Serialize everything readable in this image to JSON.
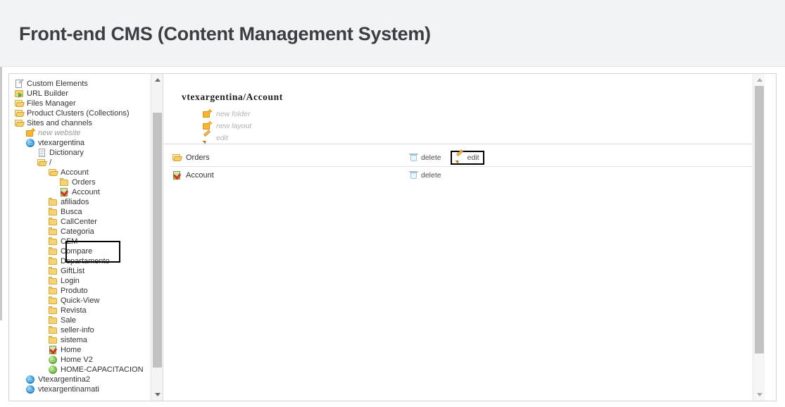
{
  "header": {
    "title": "Front-end CMS (Content Management System)"
  },
  "tree": {
    "nodes": [
      {
        "label": "Custom Elements",
        "icon": "page-edit-icon",
        "indent": 0,
        "muted": false
      },
      {
        "label": "URL Builder",
        "icon": "folder-go-icon",
        "indent": 0,
        "muted": false
      },
      {
        "label": "Files Manager",
        "icon": "folder-open-icon",
        "indent": 0,
        "muted": false
      },
      {
        "label": "Product Clusters (Collections)",
        "icon": "folder-open-icon",
        "indent": 0,
        "muted": false
      },
      {
        "label": "Sites and channels",
        "icon": "folder-open-icon",
        "indent": 0,
        "muted": false
      },
      {
        "label": "new website",
        "icon": "folder-add-icon",
        "indent": 1,
        "muted": true
      },
      {
        "label": "vtexargentina",
        "icon": "globe-blue-icon",
        "indent": 1,
        "muted": false
      },
      {
        "label": "Dictionary",
        "icon": "doc-icon",
        "indent": 2,
        "muted": false
      },
      {
        "label": "/",
        "icon": "folder-open-icon",
        "indent": 2,
        "muted": false
      },
      {
        "label": "Account",
        "icon": "folder-open-icon",
        "indent": 3,
        "muted": false
      },
      {
        "label": "Orders",
        "icon": "folder-icon",
        "indent": 4,
        "muted": false
      },
      {
        "label": "Account",
        "icon": "page-check-icon",
        "indent": 4,
        "muted": false
      },
      {
        "label": "afiliados",
        "icon": "folder-icon",
        "indent": 3,
        "muted": false
      },
      {
        "label": "Busca",
        "icon": "folder-icon",
        "indent": 3,
        "muted": false
      },
      {
        "label": "CallCenter",
        "icon": "folder-icon",
        "indent": 3,
        "muted": false
      },
      {
        "label": "Categoria",
        "icon": "folder-icon",
        "indent": 3,
        "muted": false
      },
      {
        "label": "CEM",
        "icon": "folder-icon",
        "indent": 3,
        "muted": false
      },
      {
        "label": "Compare",
        "icon": "folder-icon",
        "indent": 3,
        "muted": false
      },
      {
        "label": "Departamento",
        "icon": "folder-icon",
        "indent": 3,
        "muted": false
      },
      {
        "label": "GiftList",
        "icon": "folder-icon",
        "indent": 3,
        "muted": false
      },
      {
        "label": "Login",
        "icon": "folder-icon",
        "indent": 3,
        "muted": false
      },
      {
        "label": "Produto",
        "icon": "folder-icon",
        "indent": 3,
        "muted": false
      },
      {
        "label": "Quick-View",
        "icon": "folder-icon",
        "indent": 3,
        "muted": false
      },
      {
        "label": "Revista",
        "icon": "folder-icon",
        "indent": 3,
        "muted": false
      },
      {
        "label": "Sale",
        "icon": "folder-icon",
        "indent": 3,
        "muted": false
      },
      {
        "label": "seller-info",
        "icon": "folder-icon",
        "indent": 3,
        "muted": false
      },
      {
        "label": "sistema",
        "icon": "folder-icon",
        "indent": 3,
        "muted": false
      },
      {
        "label": "Home",
        "icon": "page-check-icon",
        "indent": 3,
        "muted": false
      },
      {
        "label": "Home V2",
        "icon": "globe-green-icon",
        "indent": 3,
        "muted": false
      },
      {
        "label": "HOME-CAPACITACION",
        "icon": "globe-green-icon",
        "indent": 3,
        "muted": false
      },
      {
        "label": "Vtexargentina2",
        "icon": "globe-blue-icon",
        "indent": 1,
        "muted": false
      },
      {
        "label": "vtexargentinamati",
        "icon": "globe-blue-icon",
        "indent": 1,
        "muted": false
      }
    ]
  },
  "content": {
    "breadcrumb": "vtexargentina/Account",
    "actions": [
      {
        "label": "new folder",
        "icon": "folder-add-icon"
      },
      {
        "label": "new layout",
        "icon": "folder-add-icon"
      },
      {
        "label": "edit",
        "icon": "pencil-icon"
      }
    ],
    "rows": [
      {
        "name": "Orders",
        "icon": "folder-open-icon",
        "ops": [
          {
            "label": "delete",
            "icon": "trash-icon",
            "highlighted": false
          },
          {
            "label": "edit",
            "icon": "pencil-icon",
            "highlighted": true
          }
        ]
      },
      {
        "name": "Account",
        "icon": "page-check-icon",
        "ops": [
          {
            "label": "delete",
            "icon": "trash-icon",
            "highlighted": false
          }
        ]
      }
    ]
  },
  "scrollbars": {
    "up_arrow": "scroll-up-arrow",
    "down_arrow": "scroll-down-arrow"
  },
  "colors": {
    "header_bg": "#f2f3f5",
    "title_text": "#3b3f44",
    "folder_yellow": "#f6d372",
    "highlight_border": "#000000",
    "muted_text": "#b2b2b2"
  }
}
